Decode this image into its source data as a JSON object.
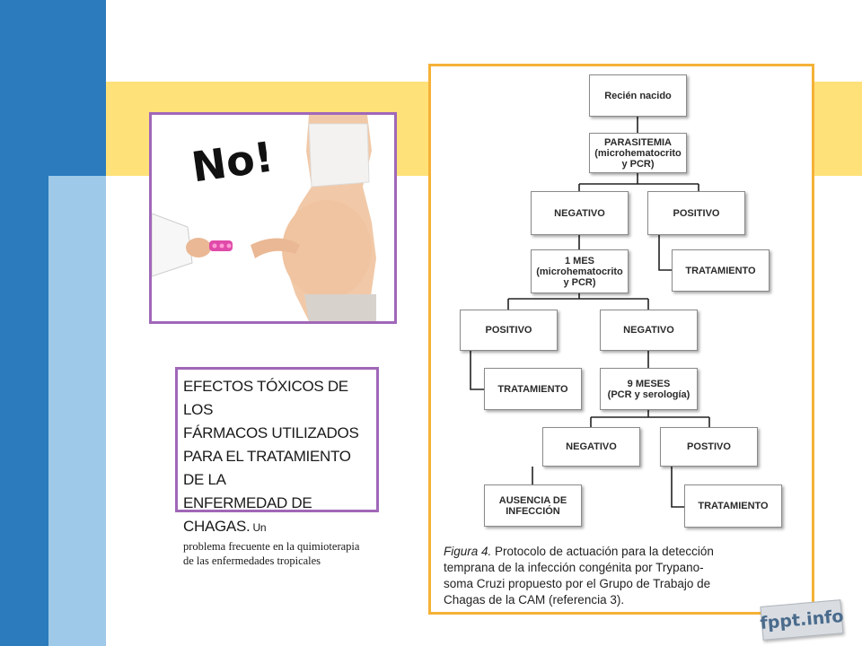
{
  "photo": {
    "exclamation": "No!"
  },
  "textbox": {
    "title_lines": [
      "EFECTOS TÓXICOS DE LOS",
      "FÁRMACOS UTILIZADOS",
      "PARA EL TRATAMIENTO DE LA"
    ],
    "title_last": "ENFERMEDAD DE CHAGAS.",
    "title_tail": " Un",
    "body_lines": [
      "problema frecuente en la quimioterapia",
      "de las enfermedades tropicales"
    ]
  },
  "diagram": {
    "recien_nacido": "Recién nacido",
    "parasitemia": [
      "PARASITEMIA",
      "(microhematocrito",
      "y PCR)"
    ],
    "negativo_1": "NEGATIVO",
    "positivo_1": "POSITIVO",
    "mes": [
      "1 MES",
      "(microhematocrito",
      "y PCR)"
    ],
    "tratamiento_1": "TRATAMIENTO",
    "positivo_2": "POSITIVO",
    "negativo_2": "NEGATIVO",
    "tratamiento_2": "TRATAMIENTO",
    "meses": [
      "9 MESES",
      "(PCR y serología)"
    ],
    "negativo_3": "NEGATIVO",
    "postivo_3": "POSTIVO",
    "ausencia": [
      "AUSENCIA DE",
      "INFECCIÓN"
    ],
    "tratamiento_3": "TRATAMIENTO"
  },
  "caption": {
    "fig_label": "Figura 4.",
    "lines": [
      " Protocolo de actuación para la detección",
      "temprana de la infección congénita por Trypano-",
      "soma Cruzi propuesto por el Grupo de Trabajo de",
      "Chagas de la CAM (referencia 3)."
    ]
  },
  "logo": {
    "text": "fppt.info"
  },
  "colors": {
    "blue_dark": "#2b7bbd",
    "blue_light": "#9fc9e8",
    "yellow": "#ffe17a",
    "purple_border": "#a067b8",
    "orange_border": "#f5b237"
  }
}
